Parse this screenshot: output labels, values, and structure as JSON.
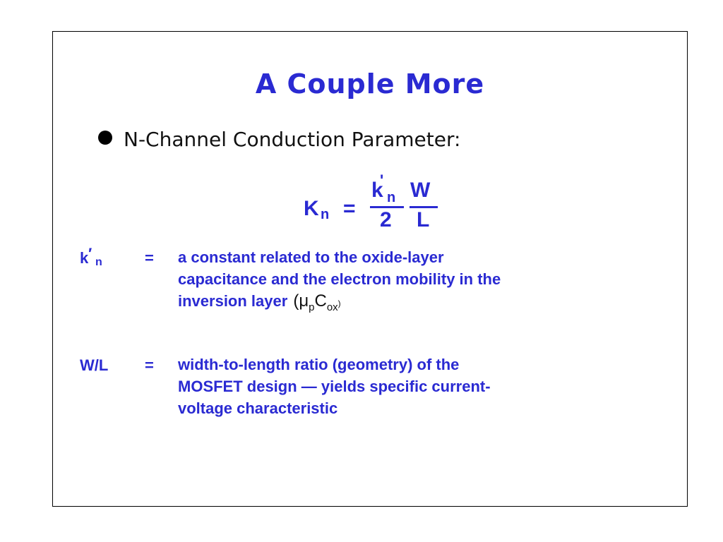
{
  "slide": {
    "title": "A Couple More",
    "bullet": "N-Channel Conduction Parameter:",
    "formula": {
      "lhs": "K",
      "lhs_sub": "n",
      "equals": "=",
      "frac1_num": "k",
      "frac1_prime": "'",
      "frac1_sub": "n",
      "frac1_den": "2",
      "frac2_num": "W",
      "frac2_den": "L"
    },
    "definitions": [
      {
        "term": "k",
        "term_prime": "′",
        "term_sub": "n",
        "equals": "=",
        "lines": [
          "a constant related to the oxide-layer",
          "capacitance and the electron mobility in the",
          "inversion layer"
        ],
        "note_open": "(",
        "note_mu": "μ",
        "note_mu_sub": "p",
        "note_c": "C",
        "note_c_sub": "ox",
        "note_close": ")"
      },
      {
        "term": "W/L",
        "equals": "=",
        "lines": [
          "width-to-length ratio (geometry) of the",
          "MOSFET design — yields specific current-",
          "voltage characteristic"
        ]
      }
    ]
  }
}
